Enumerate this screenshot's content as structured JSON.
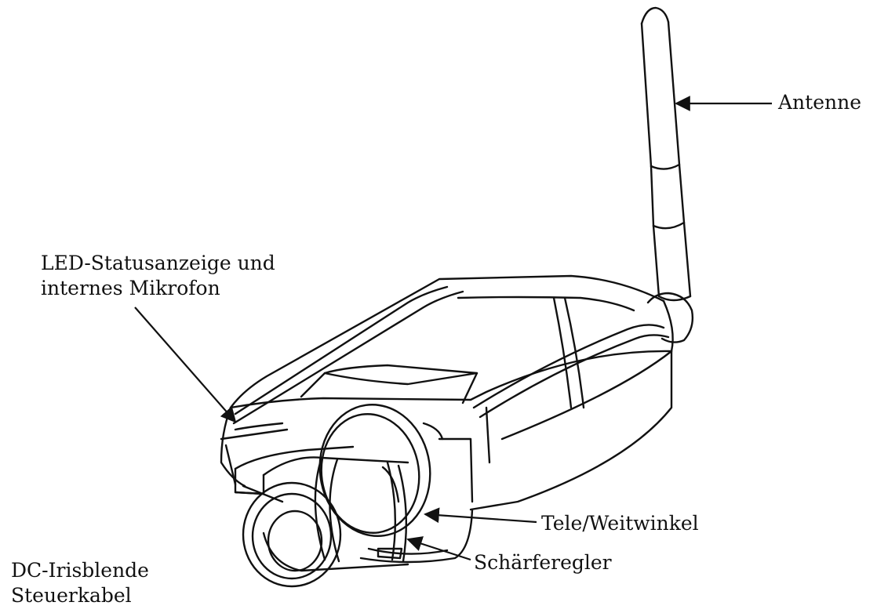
{
  "labels": {
    "antenna": "Antenne",
    "led_line1": "LED-Statusanzeige und",
    "led_line2": "internes Mikrofon",
    "zoom": "Tele/Weitwinkel",
    "focus": "Schärferegler",
    "iris_line1": "DC-Irisblende",
    "iris_line2": "Steuerkabel"
  },
  "colors": {
    "line": "#111111",
    "background": "#ffffff"
  }
}
